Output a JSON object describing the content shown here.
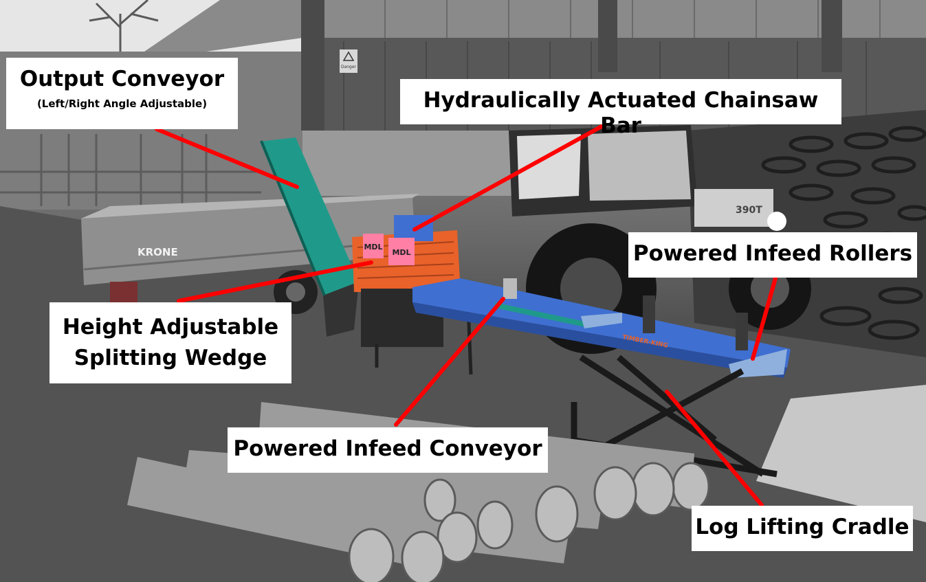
{
  "colors": {
    "callout_bg": "#ffffff",
    "callout_text": "#000000",
    "leader_line": "#ff0000",
    "machine_blue": "#3f6fd1",
    "machine_orange": "#e8622a",
    "conveyor_teal": "#1f9a8a",
    "label_pink": "#ff7fa5"
  },
  "callouts": {
    "output": {
      "title": "Output Conveyor",
      "note": "(Left/Right Angle Adjustable)"
    },
    "chainsaw": {
      "title": "Hydraulically Actuated Chainsaw Bar"
    },
    "rollers": {
      "title": "Powered Infeed Rollers"
    },
    "wedge": {
      "line1": "Height Adjustable",
      "line2": "Splitting Wedge"
    },
    "conveyor": {
      "title": "Powered Infeed Conveyor"
    },
    "cradle": {
      "title": "Log Lifting Cradle"
    }
  },
  "scene_text": {
    "trailer_brand": "KRONE",
    "machine_brand": "TIMBER-KING",
    "decal_mark": "MDL",
    "tractor_model": "390T",
    "sign": "Danger"
  }
}
